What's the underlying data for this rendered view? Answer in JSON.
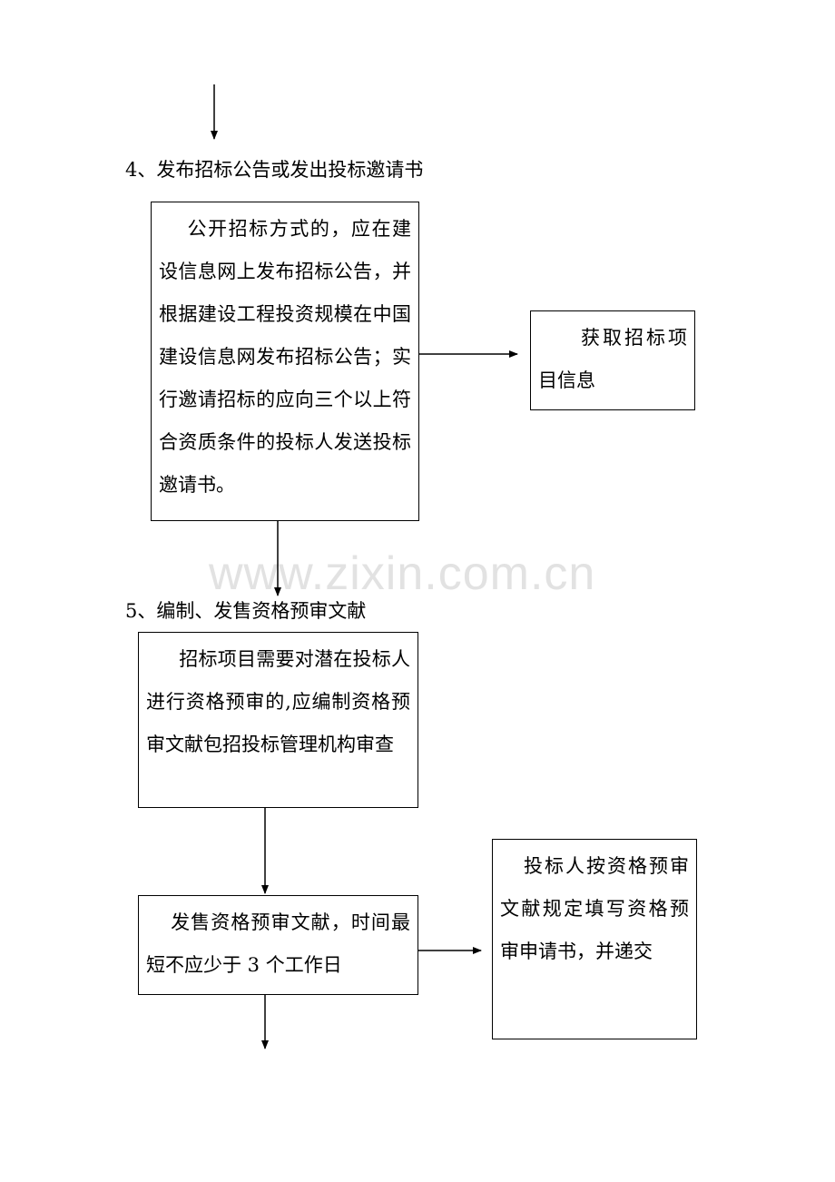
{
  "steps": [
    {
      "label": "4、发布招标公告或发出投标邀请书"
    },
    {
      "label": "5、编制、发售资格预审文献"
    }
  ],
  "boxes": {
    "publish_notice": "公开招标方式的，应在建设信息网上发布招标公告，并根据建设工程投资规模在中国建设信息网发布招标公告；实行邀请招标的应向三个以上符合资质条件的投标人发送投标邀请书。",
    "obtain_info": "获取招标项目信息",
    "prequal_docs": "招标项目需要对潜在投标人进行资格预审的,应编制资格预审文献包招投标管理机构审查",
    "sell_docs": "发售资格预审文献，时间最短不应少于 3 个工作日",
    "bidder_submit": "投标人按资格预审文献规定填写资格预审申请书，并递交"
  },
  "watermark": "www.zixin.com.cn"
}
